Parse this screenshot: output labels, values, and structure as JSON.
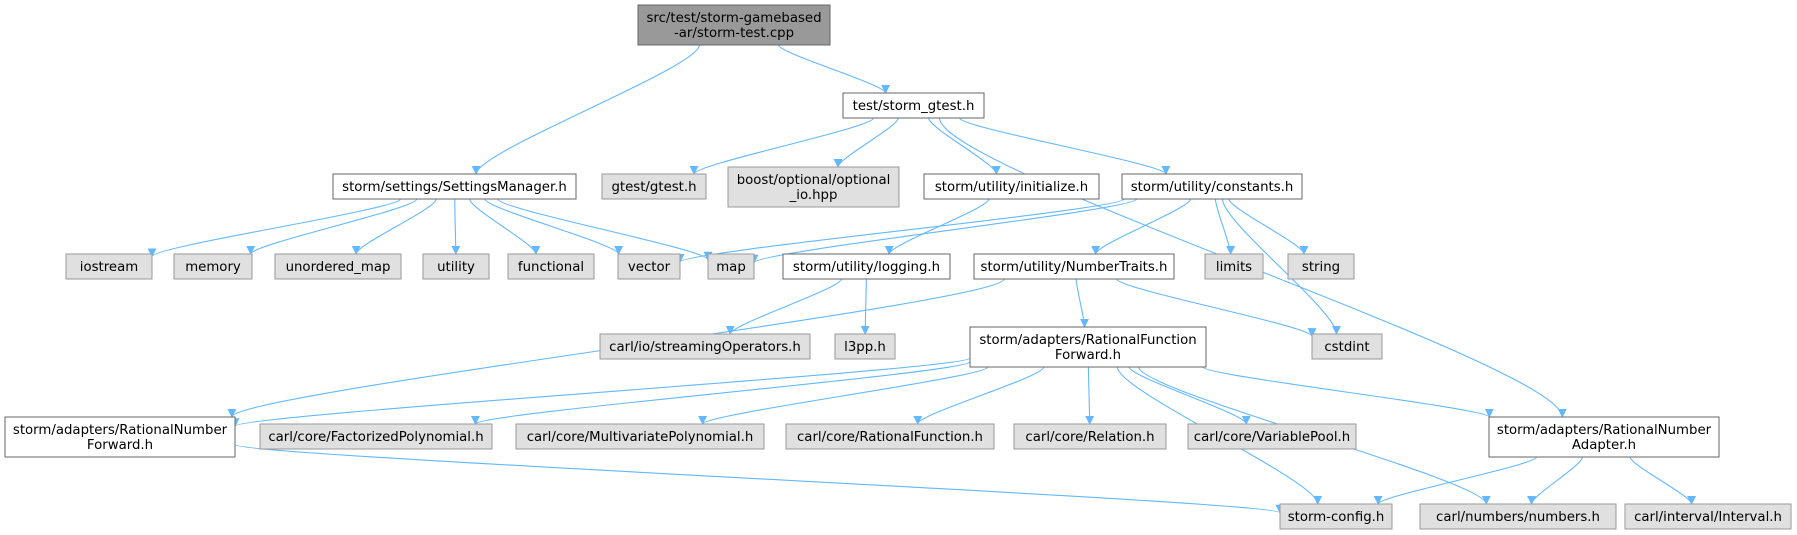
{
  "colors": {
    "root_fill": "#999999",
    "documented_fill": "#ffffff",
    "external_fill": "#e0e0e0",
    "documented_border": "#666666",
    "external_border": "#999999",
    "edge": "#63b8ff"
  },
  "nodes": [
    {
      "id": "root",
      "kind": "root",
      "lines": [
        "src/test/storm-gamebased",
        "-ar/storm-test.cpp"
      ]
    },
    {
      "id": "gtest_h",
      "kind": "doc",
      "lines": [
        "test/storm_gtest.h"
      ]
    },
    {
      "id": "settings",
      "kind": "doc",
      "lines": [
        "storm/settings/SettingsManager.h"
      ]
    },
    {
      "id": "gtest_gtest",
      "kind": "ext",
      "lines": [
        "gtest/gtest.h"
      ]
    },
    {
      "id": "boost",
      "kind": "ext",
      "lines": [
        "boost/optional/optional",
        "_io.hpp"
      ]
    },
    {
      "id": "initialize",
      "kind": "doc",
      "lines": [
        "storm/utility/initialize.h"
      ]
    },
    {
      "id": "constants",
      "kind": "doc",
      "lines": [
        "storm/utility/constants.h"
      ]
    },
    {
      "id": "iostream",
      "kind": "ext",
      "lines": [
        "iostream"
      ]
    },
    {
      "id": "memory",
      "kind": "ext",
      "lines": [
        "memory"
      ]
    },
    {
      "id": "unordered_map",
      "kind": "ext",
      "lines": [
        "unordered_map"
      ]
    },
    {
      "id": "utility",
      "kind": "ext",
      "lines": [
        "utility"
      ]
    },
    {
      "id": "functional",
      "kind": "ext",
      "lines": [
        "functional"
      ]
    },
    {
      "id": "vector",
      "kind": "ext",
      "lines": [
        "vector"
      ]
    },
    {
      "id": "map",
      "kind": "ext",
      "lines": [
        "map"
      ]
    },
    {
      "id": "logging",
      "kind": "doc",
      "lines": [
        "storm/utility/logging.h"
      ]
    },
    {
      "id": "numbertraits",
      "kind": "doc",
      "lines": [
        "storm/utility/NumberTraits.h"
      ]
    },
    {
      "id": "limits",
      "kind": "ext",
      "lines": [
        "limits"
      ]
    },
    {
      "id": "string",
      "kind": "ext",
      "lines": [
        "string"
      ]
    },
    {
      "id": "streamingops",
      "kind": "ext",
      "lines": [
        "carl/io/streamingOperators.h"
      ]
    },
    {
      "id": "l3pp",
      "kind": "ext",
      "lines": [
        "l3pp.h"
      ]
    },
    {
      "id": "rff",
      "kind": "doc",
      "lines": [
        "storm/adapters/RationalFunction",
        "Forward.h"
      ]
    },
    {
      "id": "cstdint",
      "kind": "ext",
      "lines": [
        "cstdint"
      ]
    },
    {
      "id": "rnf",
      "kind": "doc",
      "lines": [
        "storm/adapters/RationalNumber",
        "Forward.h"
      ]
    },
    {
      "id": "factorized",
      "kind": "ext",
      "lines": [
        "carl/core/FactorizedPolynomial.h"
      ]
    },
    {
      "id": "multivariate",
      "kind": "ext",
      "lines": [
        "carl/core/MultivariatePolynomial.h"
      ]
    },
    {
      "id": "ratfunc",
      "kind": "ext",
      "lines": [
        "carl/core/RationalFunction.h"
      ]
    },
    {
      "id": "relation",
      "kind": "ext",
      "lines": [
        "carl/core/Relation.h"
      ]
    },
    {
      "id": "varpool",
      "kind": "ext",
      "lines": [
        "carl/core/VariablePool.h"
      ]
    },
    {
      "id": "rna",
      "kind": "doc",
      "lines": [
        "storm/adapters/RationalNumber",
        "Adapter.h"
      ]
    },
    {
      "id": "stormconfig",
      "kind": "ext",
      "lines": [
        "storm-config.h"
      ]
    },
    {
      "id": "numbers",
      "kind": "ext",
      "lines": [
        "carl/numbers/numbers.h"
      ]
    },
    {
      "id": "interval",
      "kind": "ext",
      "lines": [
        "carl/interval/Interval.h"
      ]
    }
  ],
  "edges": [
    [
      "root",
      "settings"
    ],
    [
      "root",
      "gtest_h"
    ],
    [
      "gtest_h",
      "gtest_gtest"
    ],
    [
      "gtest_h",
      "boost"
    ],
    [
      "gtest_h",
      "initialize"
    ],
    [
      "gtest_h",
      "constants"
    ],
    [
      "gtest_h",
      "rna"
    ],
    [
      "settings",
      "iostream"
    ],
    [
      "settings",
      "memory"
    ],
    [
      "settings",
      "unordered_map"
    ],
    [
      "settings",
      "utility"
    ],
    [
      "settings",
      "functional"
    ],
    [
      "settings",
      "vector"
    ],
    [
      "settings",
      "map"
    ],
    [
      "initialize",
      "logging"
    ],
    [
      "constants",
      "vector"
    ],
    [
      "constants",
      "map"
    ],
    [
      "constants",
      "numbertraits"
    ],
    [
      "constants",
      "limits"
    ],
    [
      "constants",
      "string"
    ],
    [
      "constants",
      "cstdint"
    ],
    [
      "logging",
      "streamingops"
    ],
    [
      "logging",
      "l3pp"
    ],
    [
      "numbertraits",
      "rff"
    ],
    [
      "numbertraits",
      "cstdint"
    ],
    [
      "numbertraits",
      "rnf"
    ],
    [
      "rff",
      "rnf"
    ],
    [
      "rff",
      "factorized"
    ],
    [
      "rff",
      "multivariate"
    ],
    [
      "rff",
      "ratfunc"
    ],
    [
      "rff",
      "relation"
    ],
    [
      "rff",
      "varpool"
    ],
    [
      "rff",
      "rna"
    ],
    [
      "rff",
      "stormconfig"
    ],
    [
      "rff",
      "numbers"
    ],
    [
      "rnf",
      "stormconfig"
    ],
    [
      "rna",
      "stormconfig"
    ],
    [
      "rna",
      "numbers"
    ],
    [
      "rna",
      "interval"
    ]
  ]
}
